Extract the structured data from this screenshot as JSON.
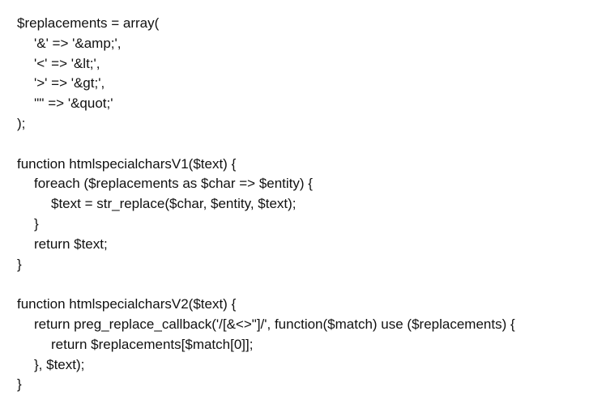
{
  "code": {
    "lines": [
      "$replacements = array(",
      "'&' => '&amp;',",
      "'<' => '&lt;',",
      "'>' => '&gt;',",
      "'\"' => '&quot;'",
      ");",
      "function htmlspecialcharsV1($text) {",
      "foreach ($replacements as $char => $entity) {",
      "$text = str_replace($char, $entity, $text);",
      "}",
      "return $text;",
      "}",
      "function htmlspecialcharsV2($text) {",
      "return preg_replace_callback('/[&<>\"]/', function($match) use ($replacements) {",
      "return $replacements[$match[0]];",
      "}, $text);",
      "}"
    ]
  }
}
